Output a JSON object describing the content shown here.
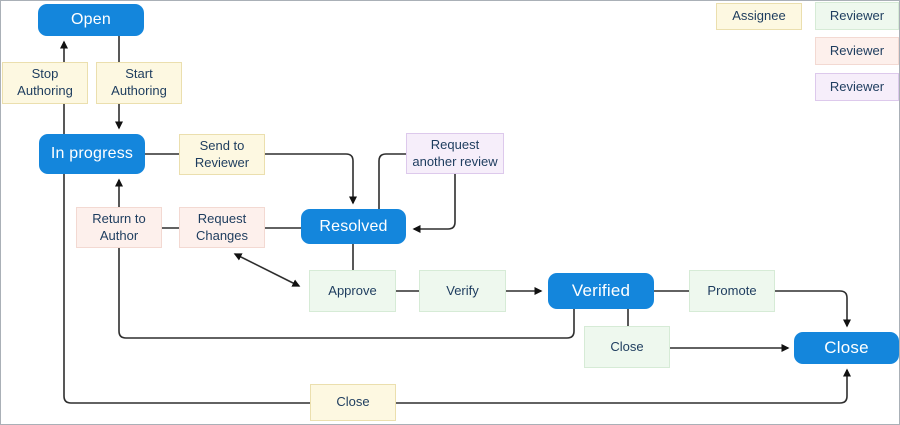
{
  "nodes": {
    "open": {
      "label": "Open"
    },
    "in_progress": {
      "label": "In progress"
    },
    "resolved": {
      "label": "Resolved"
    },
    "verified": {
      "label": "Verified"
    },
    "close": {
      "label": "Close"
    }
  },
  "transitions": {
    "stop_authoring": {
      "label": "Stop Authoring",
      "role": "Assignee"
    },
    "start_authoring": {
      "label": "Start Authoring",
      "role": "Assignee"
    },
    "send_to_reviewer": {
      "label": "Send to Reviewer",
      "role": "Assignee"
    },
    "return_to_author": {
      "label": "Return to Author",
      "role": "Reviewer"
    },
    "request_changes": {
      "label": "Request Changes",
      "role": "Reviewer"
    },
    "request_another_review": {
      "label": "Request another review",
      "role": "Reviewer"
    },
    "approve": {
      "label": "Approve",
      "role": "Reviewer"
    },
    "verify": {
      "label": "Verify",
      "role": "Reviewer"
    },
    "promote": {
      "label": "Promote",
      "role": "Reviewer"
    },
    "close_from_verified": {
      "label": "Close",
      "role": "Reviewer"
    },
    "close_bottom": {
      "label": "Close",
      "role": "Assignee"
    }
  },
  "legend": {
    "assignee": {
      "label": "Assignee"
    },
    "reviewer_green": {
      "label": "Reviewer"
    },
    "reviewer_red": {
      "label": "Reviewer"
    },
    "reviewer_purple": {
      "label": "Reviewer"
    }
  },
  "colors": {
    "node_blue": "#1486dc",
    "assignee_bg": "#fdf8e1",
    "assignee_border": "#ebdfae",
    "green_bg": "#eef8ee",
    "green_border": "#d6ebd6",
    "red_bg": "#fdf0ec",
    "red_border": "#f3d9d2",
    "purple_bg": "#f6eefa",
    "purple_border": "#ddc9ec",
    "line": "#2e2e2e",
    "label_text": "#1d3c5e",
    "node_text": "#ffffff"
  }
}
